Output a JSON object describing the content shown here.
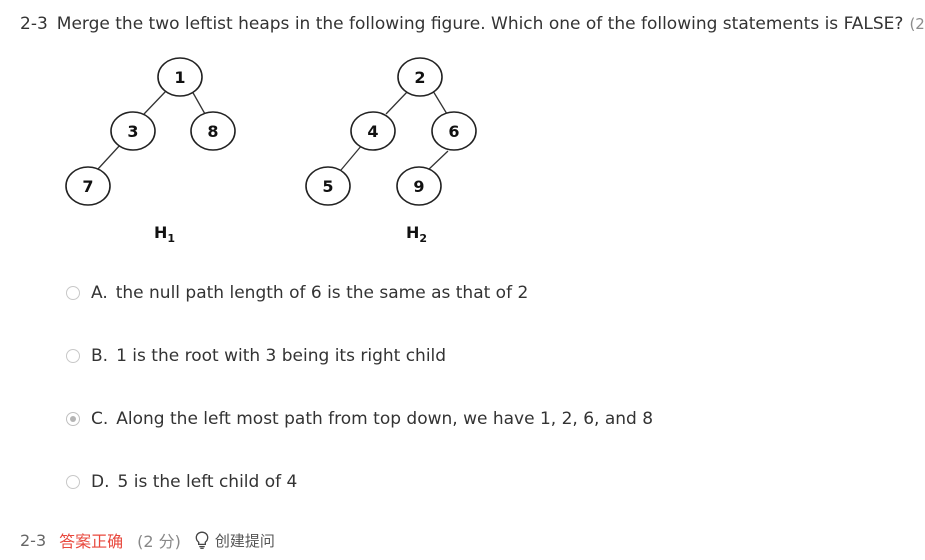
{
  "question": {
    "number": "2-3",
    "text": "Merge the two leftist heaps in the following figure. Which one of the following statements is FALSE?",
    "score": "(2分)"
  },
  "figure": {
    "heap1": {
      "label": "H",
      "subscript": "1",
      "nodes": [
        "1",
        "3",
        "8",
        "7"
      ]
    },
    "heap2": {
      "label": "H",
      "subscript": "2",
      "nodes": [
        "2",
        "4",
        "6",
        "5",
        "9"
      ]
    }
  },
  "options": [
    {
      "letter": "A.",
      "text": "the null path length of 6 is the same as that of 2",
      "selected": false
    },
    {
      "letter": "B.",
      "text": "1 is the root with 3 being its right child",
      "selected": false
    },
    {
      "letter": "C.",
      "text": "Along the left most path from top down, we have 1, 2, 6, and 8",
      "selected": true
    },
    {
      "letter": "D.",
      "text": "5 is the left child of 4",
      "selected": false
    }
  ],
  "footer": {
    "number": "2-3",
    "result": "答案正确",
    "score": "(2 分)",
    "ask_label": "创建提问",
    "ask_icon": "lightbulb-icon",
    "result_color": "#e8483d"
  }
}
